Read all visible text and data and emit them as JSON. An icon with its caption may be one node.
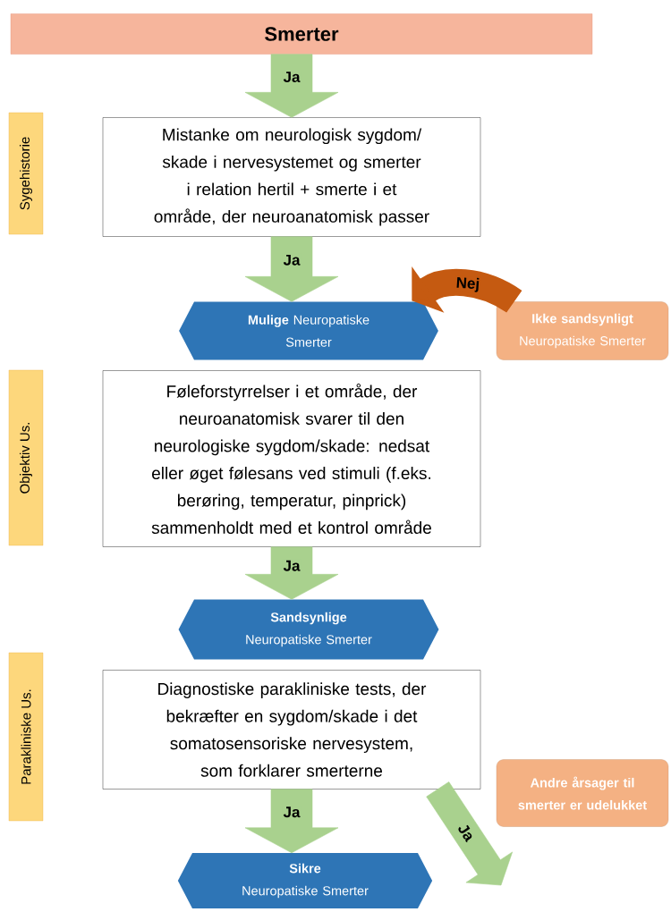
{
  "diagram": {
    "nodes": [
      {
        "text": [
          "Smerter"
        ]
      },
      {
        "text": [
          "Sygehistorie"
        ]
      },
      {
        "text": [
          "Mistanke om neurologisk sygdom/ skade i nervesystemet og smerter i relation hertil + smerte i et område, der neuroanatomisk passer"
        ]
      },
      {
        "text": [
          "**Mulige** Neuropatiske Smerter"
        ]
      },
      {
        "text": [
          "Ikke sandsynligt",
          "Neuropatiske Smerter"
        ]
      },
      {
        "text": [
          "Objektiv Us."
        ]
      },
      {
        "text": [
          "Føleforstyrrelser i et område, der neuroanatomisk svarer til den neurologiske sygdom/skade: nedsat eller øget følesans ved stimuli (f.eks. berøring, temperatur, pinprick) sammenholdt med et kontrol område"
        ]
      },
      {
        "text": [
          "Sandsynlige",
          "Neuropatiske Smerter"
        ]
      },
      {
        "text": [
          "Parakliniske Us."
        ]
      },
      {
        "text": [
          "Diagnostiske parakliniske tests, der bekræfter en sygdom/skade i det somatosensoriske nervesystem, som forklarer smerterne"
        ]
      },
      {
        "text": [
          "Andre årsager til smerter er udelukket"
        ]
      },
      {
        "text": [
          "Sikre",
          "Neuropatiske Smerter"
        ]
      }
    ],
    "edges": [
      {
        "from": 0,
        "to": 2,
        "arrow": "to",
        "label": "Ja"
      },
      {
        "from": 2,
        "to": 3,
        "arrow": "to",
        "label": "Ja"
      },
      {
        "from": 4,
        "to": 3,
        "arrow": "to",
        "label": "Nej",
        "color": "#c55a11"
      },
      {
        "from": 6,
        "to": 7,
        "arrow": "to",
        "label": "Ja"
      },
      {
        "from": 9,
        "to": 11,
        "arrow": "to",
        "label": "Ja"
      },
      {
        "from": 9,
        "to": null,
        "arrow": "to",
        "label": "Ja"
      }
    ]
  }
}
